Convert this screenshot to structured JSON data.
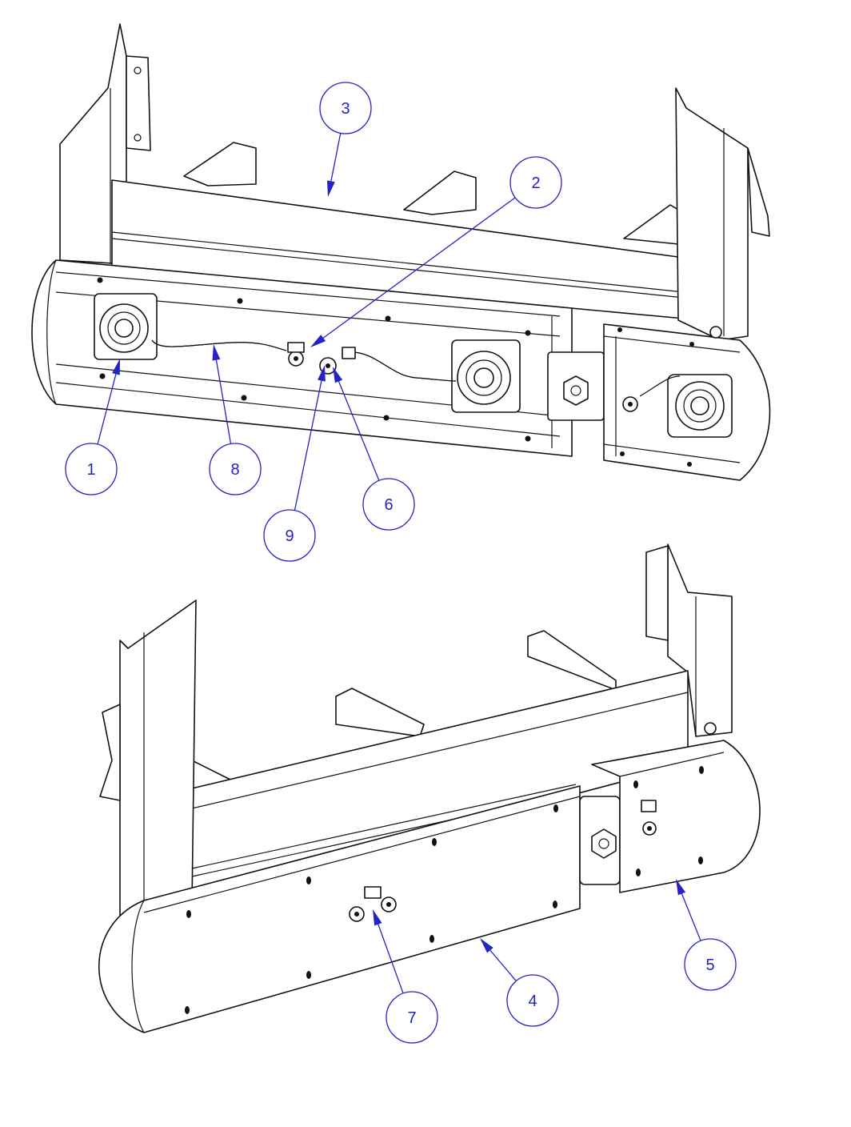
{
  "figure": {
    "callouts": [
      {
        "id": "callout-1",
        "label": "1"
      },
      {
        "id": "callout-2",
        "label": "2"
      },
      {
        "id": "callout-3",
        "label": "3"
      },
      {
        "id": "callout-4",
        "label": "4"
      },
      {
        "id": "callout-5",
        "label": "5"
      },
      {
        "id": "callout-6",
        "label": "6"
      },
      {
        "id": "callout-7",
        "label": "7"
      },
      {
        "id": "callout-8",
        "label": "8"
      },
      {
        "id": "callout-9",
        "label": "9"
      }
    ],
    "colors": {
      "callout": "#2424c4",
      "line": "#111111"
    }
  }
}
